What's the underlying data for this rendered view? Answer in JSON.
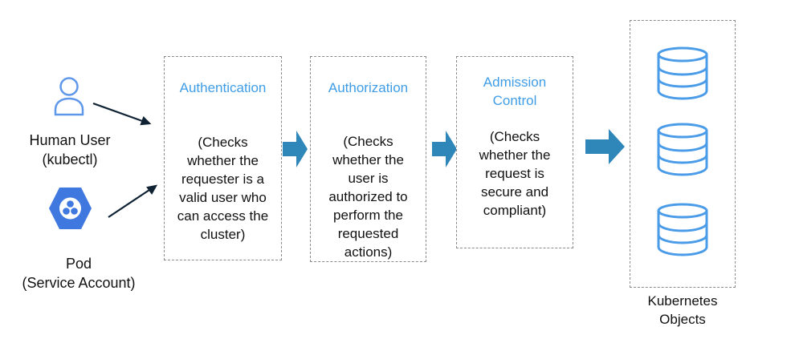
{
  "actors": {
    "human_user": {
      "label": "Human User\n(kubectl)",
      "icon": "user-icon"
    },
    "pod": {
      "label": "Pod\n(Service Account)",
      "icon": "pod-icon"
    }
  },
  "stages": [
    {
      "title": "Authentication",
      "description": "(Checks\nwhether the\nrequester is a\nvalid user who\ncan access the\ncluster)"
    },
    {
      "title": "Authorization",
      "description": "(Checks\nwhether the\nuser is\nauthorized to\nperform the\nrequested\nactions)"
    },
    {
      "title": "Admission\nControl",
      "description": "(Checks\nwhether the\nrequest is\nsecure and\ncompliant)"
    }
  ],
  "objects": {
    "label": "Kubernetes\nObjects",
    "icon": "database-icon",
    "count": 3
  },
  "colors": {
    "accent_blue": "#3f9de7",
    "arrow_blue": "#2f86b8",
    "icon_blue": "#4b9ce8",
    "pod_blue": "#3f79e0"
  }
}
